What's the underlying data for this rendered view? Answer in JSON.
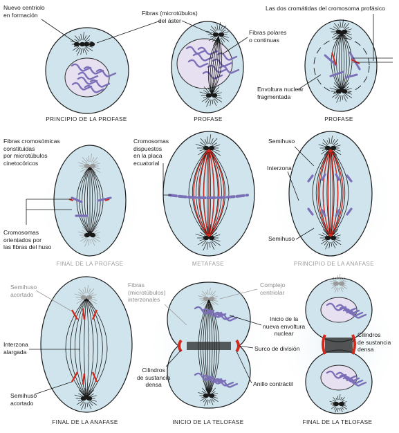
{
  "stages": [
    {
      "caption": "PRINCIPIO DE LA PROFASE",
      "caption_grey": false
    },
    {
      "caption": "PROFASE",
      "caption_grey": false
    },
    {
      "caption": "PROFASE",
      "caption_grey": false
    },
    {
      "caption": "FINAL DE LA PROFASE",
      "caption_grey": true
    },
    {
      "caption": "METAFASE",
      "caption_grey": true
    },
    {
      "caption": "PRINCIPIO DE LA ANAFASE",
      "caption_grey": true
    },
    {
      "caption": "FINAL DE LA ANAFASE",
      "caption_grey": false
    },
    {
      "caption": "INICIO DE LA TELOFASE",
      "caption_grey": false
    },
    {
      "caption": "FINAL DE LA TELOFASE",
      "caption_grey": false
    }
  ],
  "labels": {
    "nuevo_centriolo": "Nuevo centriolo\nen formación",
    "fibras_aster": "Fibras (microtúbulos)\ndel áster",
    "fibras_polares": "Fibras polares\no continuas",
    "cromatidas": "Las dos cromátidas del cromosoma profásico",
    "envoltura_fragmentada": "Envoltura nuclear\nfragmentada",
    "fibras_cromosomicas": "Fibras cromosómicas\nconstituidas\npor microtúbulos\ncinetocóricos",
    "cromosomas_orientados": "Cromosomas\norientados por\nlas fibras del huso",
    "cromosomas_placa": "Cromosomas\ndispuestos\nen la placa\necuatorial",
    "semihuso_top": "Semihuso",
    "interzona": "Interzona",
    "semihuso_bottom": "Semihuso",
    "semihuso_acortado_top": "Semihuso\nacortado",
    "interzona_alargada": "Interzona\nalargada",
    "semihuso_acortado_bottom": "Semihuso\nacortado",
    "fibras_interzonales": "Fibras\n(microtúbulos)\ninterzonales",
    "complejo_centriolar": "Complejo\ncentriolar",
    "inicio_envoltura": "Inicio de la\nnueva envoltura\nnuclear",
    "surco_division": "Surco de división",
    "cilindros_left": "Cilindros\nde sustancia\ndensa",
    "anillo_contractil": "Anillo contráctil",
    "cilindros_right": "Cilindros\nde sustancia\ndensa"
  },
  "colors": {
    "cell_fill": "#cfe4ec",
    "cell_glow": "#e4f0f5",
    "nucleus_fill": "#e6e0f0",
    "chromosome": "#7b6fb8",
    "red_fiber": "#d42a1e",
    "centriole": "#1a1a1a",
    "grey_centriole": "#9a9a9a"
  }
}
